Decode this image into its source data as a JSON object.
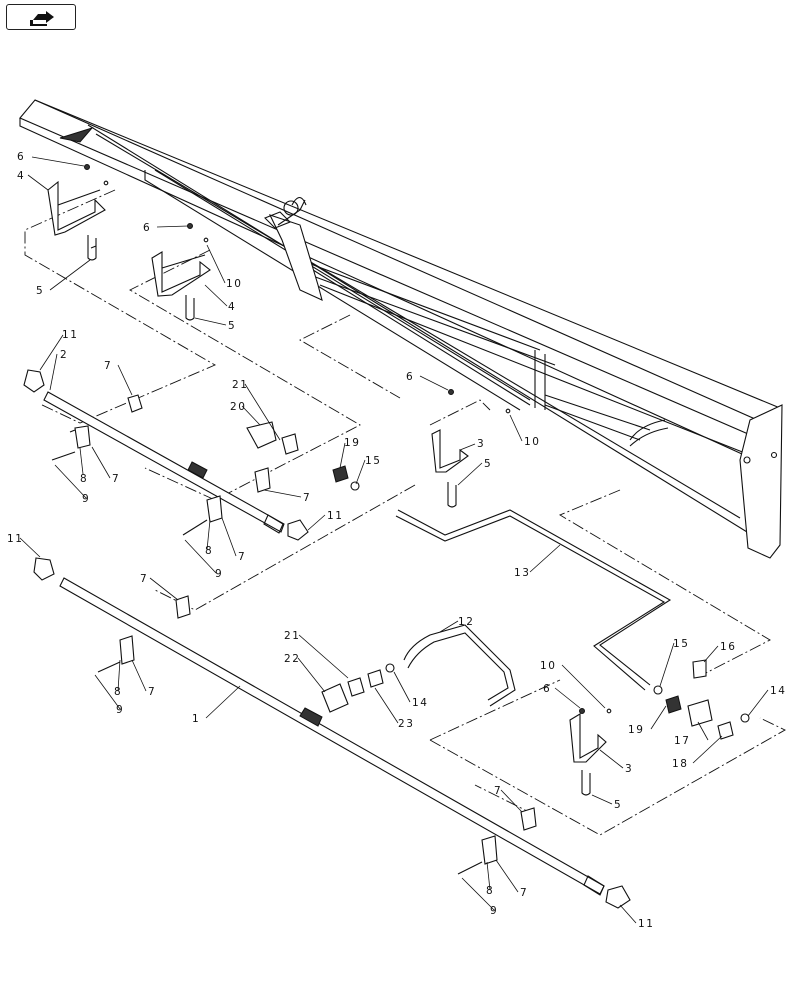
{
  "toolbar": {
    "nav_icon": "arrow-right-icon"
  },
  "callouts": [
    {
      "id": "c6a",
      "text": "6"
    },
    {
      "id": "c4a",
      "text": "4"
    },
    {
      "id": "c5a",
      "text": "5"
    },
    {
      "id": "c6b",
      "text": "6"
    },
    {
      "id": "c10a",
      "text": "10"
    },
    {
      "id": "c4b",
      "text": "4"
    },
    {
      "id": "c5b",
      "text": "5"
    },
    {
      "id": "c11a",
      "text": "11"
    },
    {
      "id": "c2",
      "text": "2"
    },
    {
      "id": "c7a",
      "text": "7"
    },
    {
      "id": "c21a",
      "text": "21"
    },
    {
      "id": "c20",
      "text": "20"
    },
    {
      "id": "c19a",
      "text": "19"
    },
    {
      "id": "c15a",
      "text": "15"
    },
    {
      "id": "c6c",
      "text": "6"
    },
    {
      "id": "c3a",
      "text": "3"
    },
    {
      "id": "c10b",
      "text": "10"
    },
    {
      "id": "c5c",
      "text": "5"
    },
    {
      "id": "c8a",
      "text": "8"
    },
    {
      "id": "c7b",
      "text": "7"
    },
    {
      "id": "c9a",
      "text": "9"
    },
    {
      "id": "c7c",
      "text": "7"
    },
    {
      "id": "c11b",
      "text": "11"
    },
    {
      "id": "c8b",
      "text": "8"
    },
    {
      "id": "c7d",
      "text": "7"
    },
    {
      "id": "c9b",
      "text": "9"
    },
    {
      "id": "c11c",
      "text": "11"
    },
    {
      "id": "c13",
      "text": "13"
    },
    {
      "id": "c7e",
      "text": "7"
    },
    {
      "id": "c12",
      "text": "12"
    },
    {
      "id": "c21b",
      "text": "21"
    },
    {
      "id": "c15b",
      "text": "15"
    },
    {
      "id": "c16",
      "text": "16"
    },
    {
      "id": "c22",
      "text": "22"
    },
    {
      "id": "c14a",
      "text": "14"
    },
    {
      "id": "c10c",
      "text": "10"
    },
    {
      "id": "c6d",
      "text": "6"
    },
    {
      "id": "c8c",
      "text": "8"
    },
    {
      "id": "c7f",
      "text": "7"
    },
    {
      "id": "c9c",
      "text": "9"
    },
    {
      "id": "c1",
      "text": "1"
    },
    {
      "id": "c23",
      "text": "23"
    },
    {
      "id": "c19b",
      "text": "19"
    },
    {
      "id": "c17",
      "text": "17"
    },
    {
      "id": "c14b",
      "text": "14"
    },
    {
      "id": "c18",
      "text": "18"
    },
    {
      "id": "c3b",
      "text": "3"
    },
    {
      "id": "c5d",
      "text": "5"
    },
    {
      "id": "c7g",
      "text": "7"
    },
    {
      "id": "c8d",
      "text": "8"
    },
    {
      "id": "c7h",
      "text": "7"
    },
    {
      "id": "c9d",
      "text": "9"
    },
    {
      "id": "c11d",
      "text": "11"
    }
  ]
}
